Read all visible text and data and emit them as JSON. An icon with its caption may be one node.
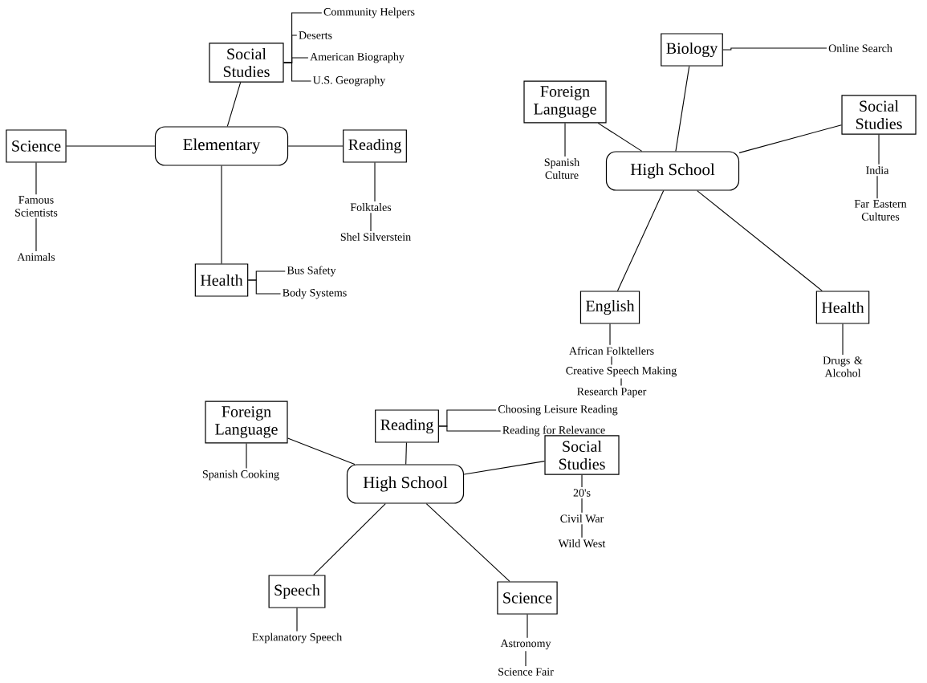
{
  "diagram": {
    "nodes": [
      {
        "text": [
          "Elementary"
        ]
      },
      {
        "text": [
          "Social Studies"
        ]
      },
      {
        "text": [
          "Science"
        ]
      },
      {
        "text": [
          "Reading"
        ]
      },
      {
        "text": [
          "Health"
        ]
      },
      {
        "text": [
          "Community Helpers"
        ]
      },
      {
        "text": [
          "Deserts"
        ]
      },
      {
        "text": [
          "American Biography"
        ]
      },
      {
        "text": [
          "U.S. Geography"
        ]
      },
      {
        "text": [
          "Famous Scientists"
        ]
      },
      {
        "text": [
          "Animals"
        ]
      },
      {
        "text": [
          "Folktales"
        ]
      },
      {
        "text": [
          "Shel Silverstein"
        ]
      },
      {
        "text": [
          "Bus Safety"
        ]
      },
      {
        "text": [
          "Body Systems"
        ]
      },
      {
        "text": [
          "High School"
        ]
      },
      {
        "text": [
          "Biology"
        ]
      },
      {
        "text": [
          "Foreign Language"
        ]
      },
      {
        "text": [
          "Social Studies"
        ]
      },
      {
        "text": [
          "English"
        ]
      },
      {
        "text": [
          "Health"
        ]
      },
      {
        "text": [
          "Online Search"
        ]
      },
      {
        "text": [
          "Spanish Culture"
        ]
      },
      {
        "text": [
          "India"
        ]
      },
      {
        "text": [
          "Far Eastern Cultures"
        ]
      },
      {
        "text": [
          "African Folktellers"
        ]
      },
      {
        "text": [
          "Creative Speech Making"
        ]
      },
      {
        "text": [
          "Research Paper"
        ]
      },
      {
        "text": [
          "Drugs & Alcohol"
        ]
      },
      {
        "text": [
          "High School"
        ]
      },
      {
        "text": [
          "Reading"
        ]
      },
      {
        "text": [
          "Foreign Language"
        ]
      },
      {
        "text": [
          "Social Studies"
        ]
      },
      {
        "text": [
          "Speech"
        ]
      },
      {
        "text": [
          "Science"
        ]
      },
      {
        "text": [
          "Choosing Leisure Reading"
        ]
      },
      {
        "text": [
          "Reading for Relevance"
        ]
      },
      {
        "text": [
          "Spanish Cooking"
        ]
      },
      {
        "text": [
          "20's"
        ]
      },
      {
        "text": [
          "Civil War"
        ]
      },
      {
        "text": [
          "Wild West"
        ]
      },
      {
        "text": [
          "Explanatory Speech"
        ]
      },
      {
        "text": [
          "Astronomy"
        ]
      },
      {
        "text": [
          "Science Fair"
        ]
      }
    ],
    "edges": [
      {
        "from": 0,
        "to": 1,
        "arrow": "none"
      },
      {
        "from": 0,
        "to": 2,
        "arrow": "none"
      },
      {
        "from": 0,
        "to": 3,
        "arrow": "none"
      },
      {
        "from": 0,
        "to": 4,
        "arrow": "none"
      },
      {
        "from": 1,
        "to": 5,
        "arrow": "none"
      },
      {
        "from": 1,
        "to": 6,
        "arrow": "none"
      },
      {
        "from": 1,
        "to": 7,
        "arrow": "none"
      },
      {
        "from": 1,
        "to": 8,
        "arrow": "none"
      },
      {
        "from": 2,
        "to": 9,
        "arrow": "none"
      },
      {
        "from": 9,
        "to": 10,
        "arrow": "none"
      },
      {
        "from": 3,
        "to": 11,
        "arrow": "none"
      },
      {
        "from": 11,
        "to": 12,
        "arrow": "none"
      },
      {
        "from": 4,
        "to": 13,
        "arrow": "none"
      },
      {
        "from": 4,
        "to": 14,
        "arrow": "none"
      },
      {
        "from": 15,
        "to": 16,
        "arrow": "none"
      },
      {
        "from": 15,
        "to": 17,
        "arrow": "none"
      },
      {
        "from": 15,
        "to": 18,
        "arrow": "none"
      },
      {
        "from": 15,
        "to": 19,
        "arrow": "none"
      },
      {
        "from": 15,
        "to": 20,
        "arrow": "none"
      },
      {
        "from": 16,
        "to": 21,
        "arrow": "none"
      },
      {
        "from": 17,
        "to": 22,
        "arrow": "none"
      },
      {
        "from": 18,
        "to": 23,
        "arrow": "none"
      },
      {
        "from": 23,
        "to": 24,
        "arrow": "none"
      },
      {
        "from": 19,
        "to": 25,
        "arrow": "none"
      },
      {
        "from": 25,
        "to": 26,
        "arrow": "none"
      },
      {
        "from": 26,
        "to": 27,
        "arrow": "none"
      },
      {
        "from": 20,
        "to": 28,
        "arrow": "none"
      },
      {
        "from": 29,
        "to": 30,
        "arrow": "none"
      },
      {
        "from": 29,
        "to": 31,
        "arrow": "none"
      },
      {
        "from": 29,
        "to": 32,
        "arrow": "none"
      },
      {
        "from": 29,
        "to": 33,
        "arrow": "none"
      },
      {
        "from": 29,
        "to": 34,
        "arrow": "none"
      },
      {
        "from": 30,
        "to": 35,
        "arrow": "none"
      },
      {
        "from": 30,
        "to": 36,
        "arrow": "none"
      },
      {
        "from": 31,
        "to": 37,
        "arrow": "none"
      },
      {
        "from": 32,
        "to": 38,
        "arrow": "none"
      },
      {
        "from": 38,
        "to": 39,
        "arrow": "none"
      },
      {
        "from": 39,
        "to": 40,
        "arrow": "none"
      },
      {
        "from": 33,
        "to": 41,
        "arrow": "none"
      },
      {
        "from": 34,
        "to": 42,
        "arrow": "none"
      },
      {
        "from": 42,
        "to": 43,
        "arrow": "none"
      }
    ]
  }
}
